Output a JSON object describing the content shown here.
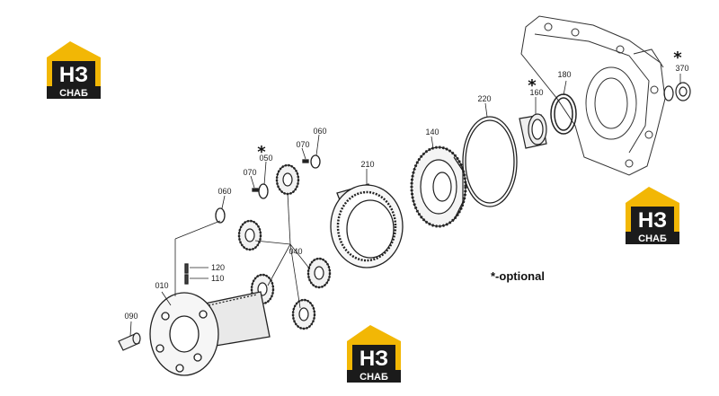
{
  "logo": {
    "mark": "НЗ",
    "word": "СНАБ",
    "colors": {
      "yellow": "#f2b705",
      "dark": "#1b1b1b"
    }
  },
  "note": "*-optional",
  "asterisk": "*",
  "parts": {
    "p010": "010",
    "p040": "040",
    "p050": "050",
    "p060a": "060",
    "p060b": "060",
    "p070a": "070",
    "p070b": "070",
    "p090": "090",
    "p110": "110",
    "p120": "120",
    "p140": "140",
    "p160": "160",
    "p180": "180",
    "p210": "210",
    "p220": "220",
    "p370": "370"
  }
}
